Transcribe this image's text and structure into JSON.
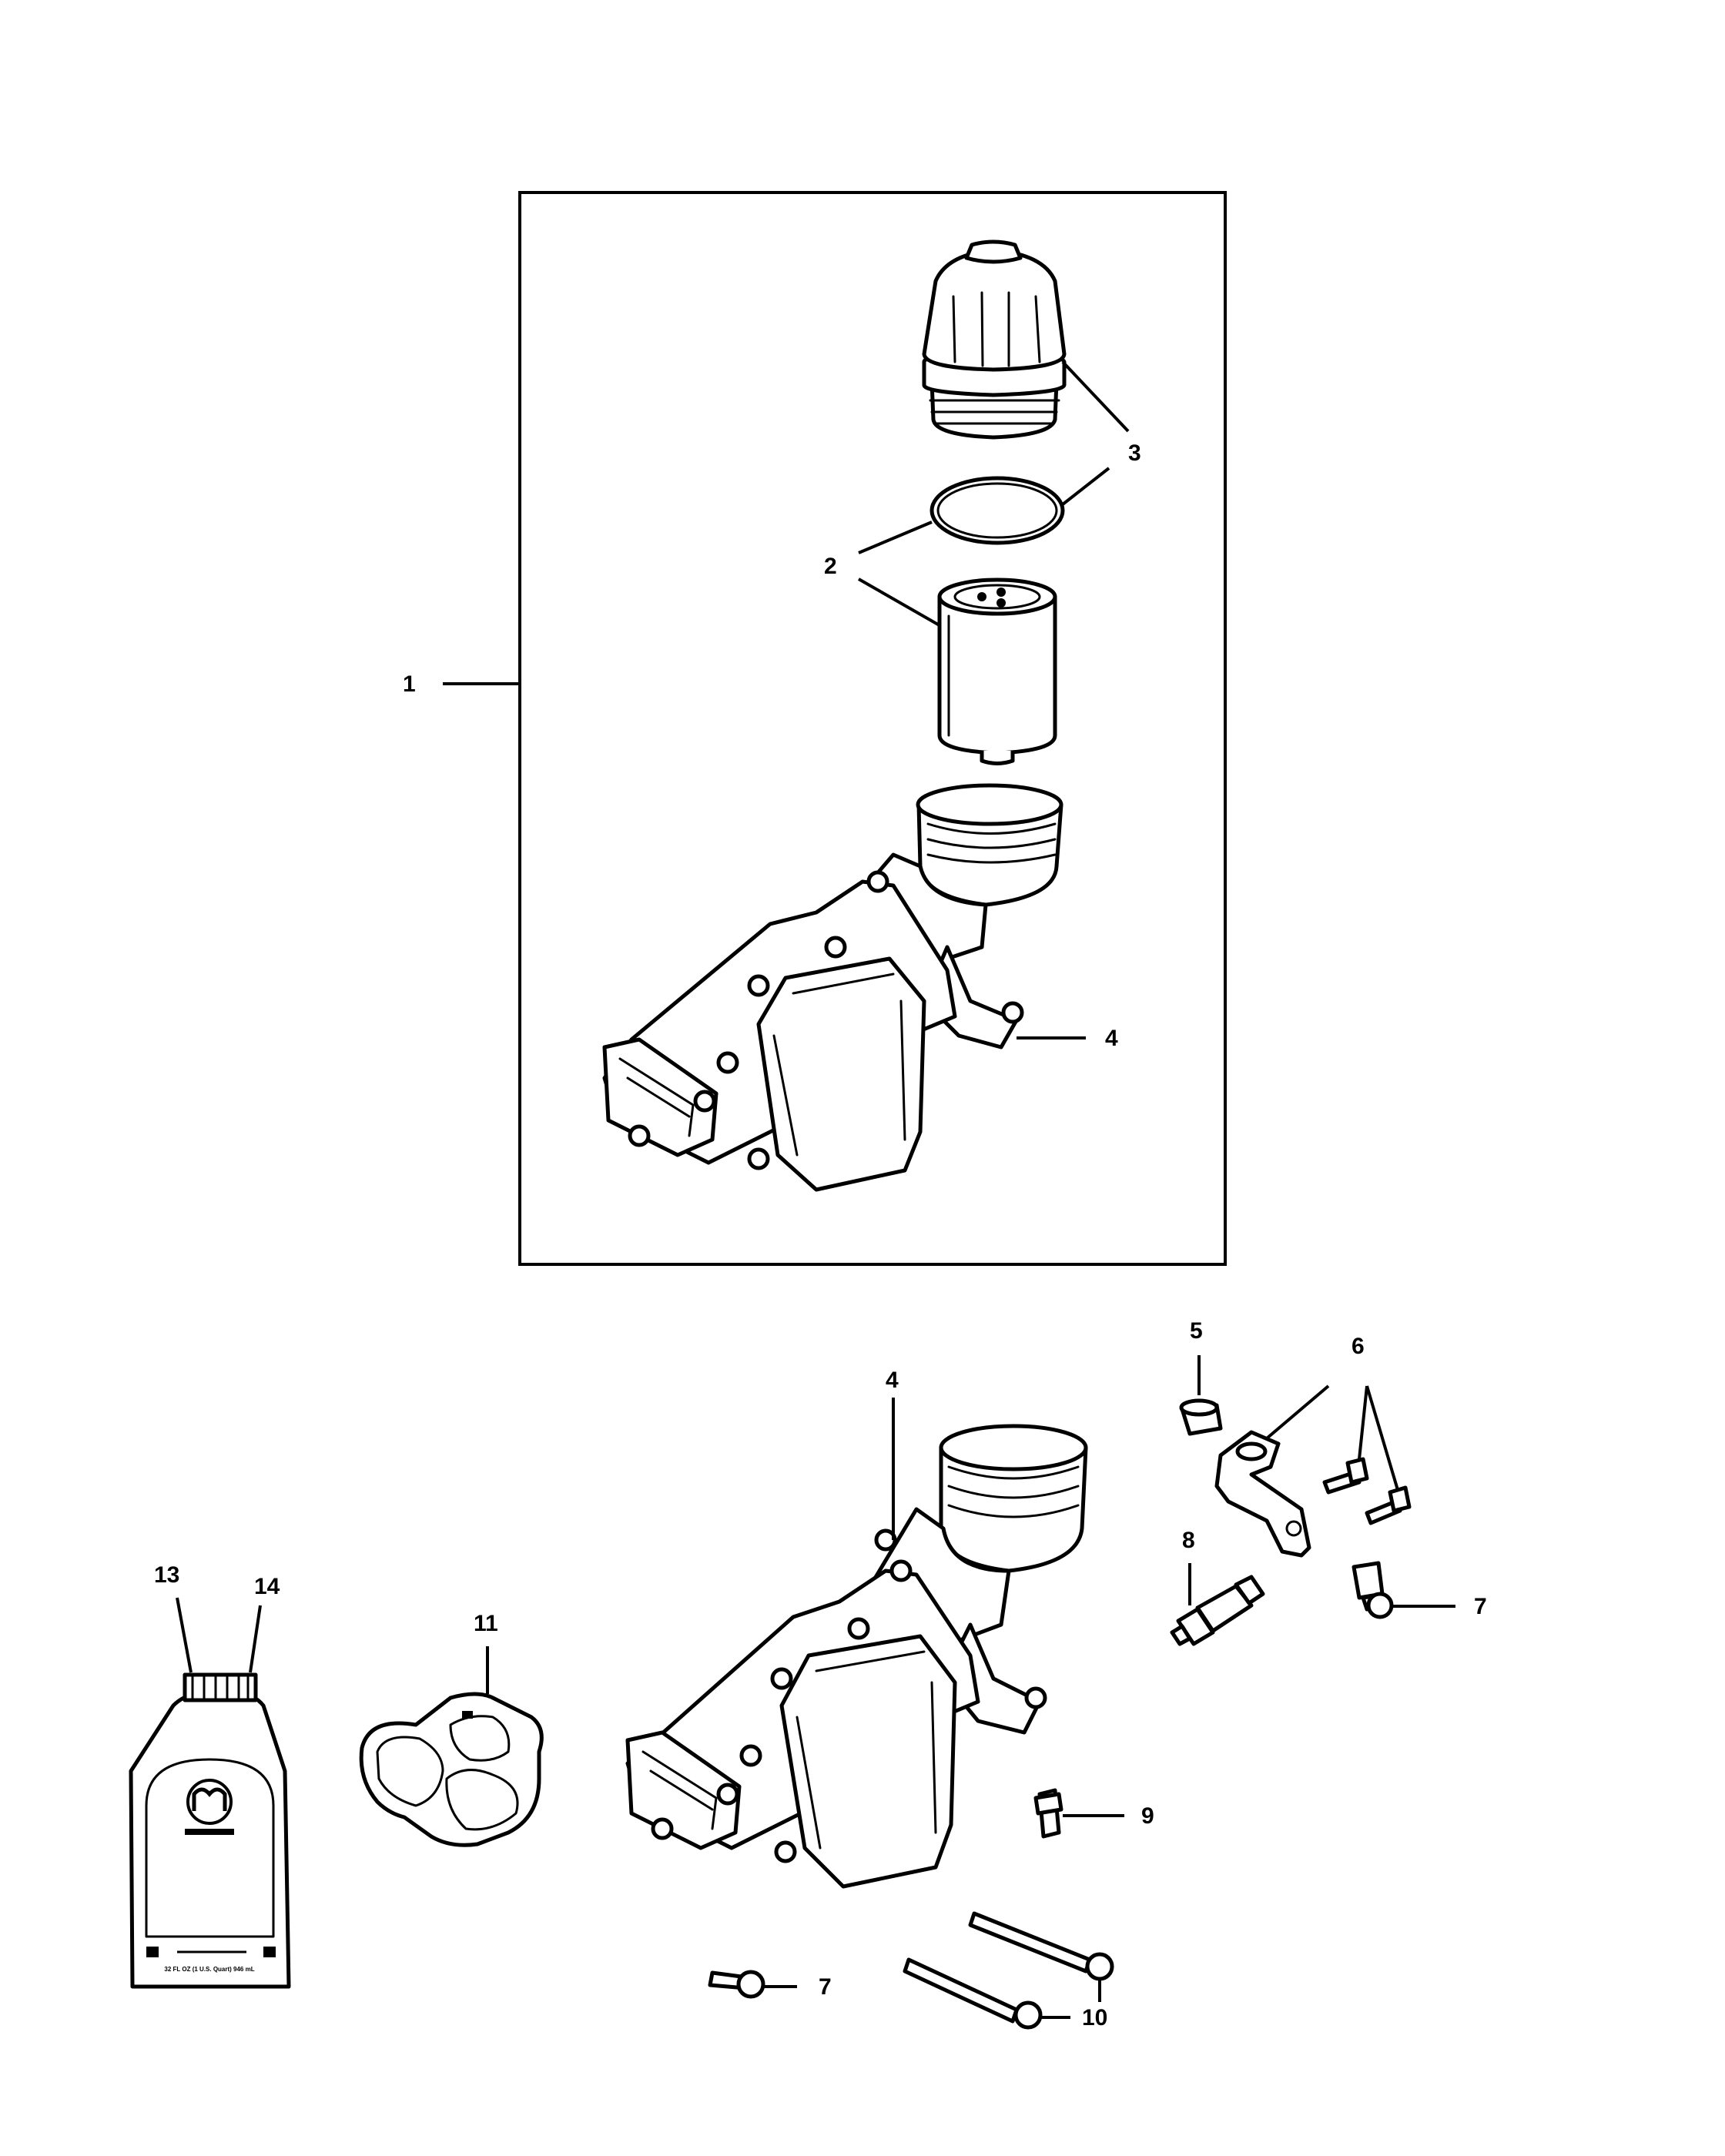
{
  "callouts": {
    "c1": "1",
    "c2": "2",
    "c3": "3",
    "c4_top": "4",
    "c4_bottom": "4",
    "c5": "5",
    "c6": "6",
    "c7_right": "7",
    "c7_bottom": "7",
    "c8": "8",
    "c9": "9",
    "c10": "10",
    "c11": "11",
    "c13": "13",
    "c14": "14"
  },
  "bottle_label": {
    "volume": "32 FL OZ (1 U.S. Quart) 946 mL"
  }
}
